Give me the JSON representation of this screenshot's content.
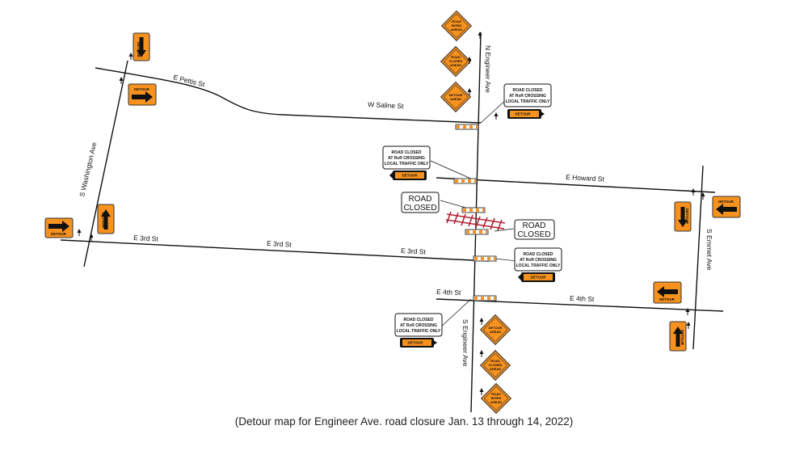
{
  "colors": {
    "sign_orange": "#f7921e",
    "road_line": "#111111",
    "barricade_red": "#b22234",
    "barricade_orange": "#f7921e"
  },
  "streets": {
    "e_pettis": "E Pettis St",
    "w_saline": "W Saline St",
    "e_howard": "E Howard St",
    "e_3rd_a": "E 3rd St",
    "e_3rd_b": "E 3rd St",
    "e_3rd_c": "E 3rd St",
    "e_4th_a": "E 4th St",
    "e_4th_b": "E 4th St",
    "s_washington": "S Washington Ave",
    "n_engineer": "N Engineer Ave",
    "s_engineer": "S Engineer Ave",
    "s_emmet": "S Emmet Ave"
  },
  "callouts": {
    "line1": "ROAD CLOSED",
    "line2": "AT RxR CROSSING",
    "line3": "LOCAL TRAFFIC ONLY"
  },
  "road_closed_labels": {
    "line1": "ROAD",
    "line2": "CLOSED"
  },
  "diamond_signs": {
    "work_ahead": [
      "ROAD",
      "WORK",
      "AHEAD"
    ],
    "closed_ahead": [
      "ROAD",
      "CLOSED",
      "AHEAD"
    ],
    "detour_ahead": [
      "DETOUR",
      "AHEAD"
    ]
  },
  "arrow_sign_text": "DETOUR",
  "caption": "(Detour map for Engineer Ave. road closure Jan. 13 through 14, 2022)"
}
